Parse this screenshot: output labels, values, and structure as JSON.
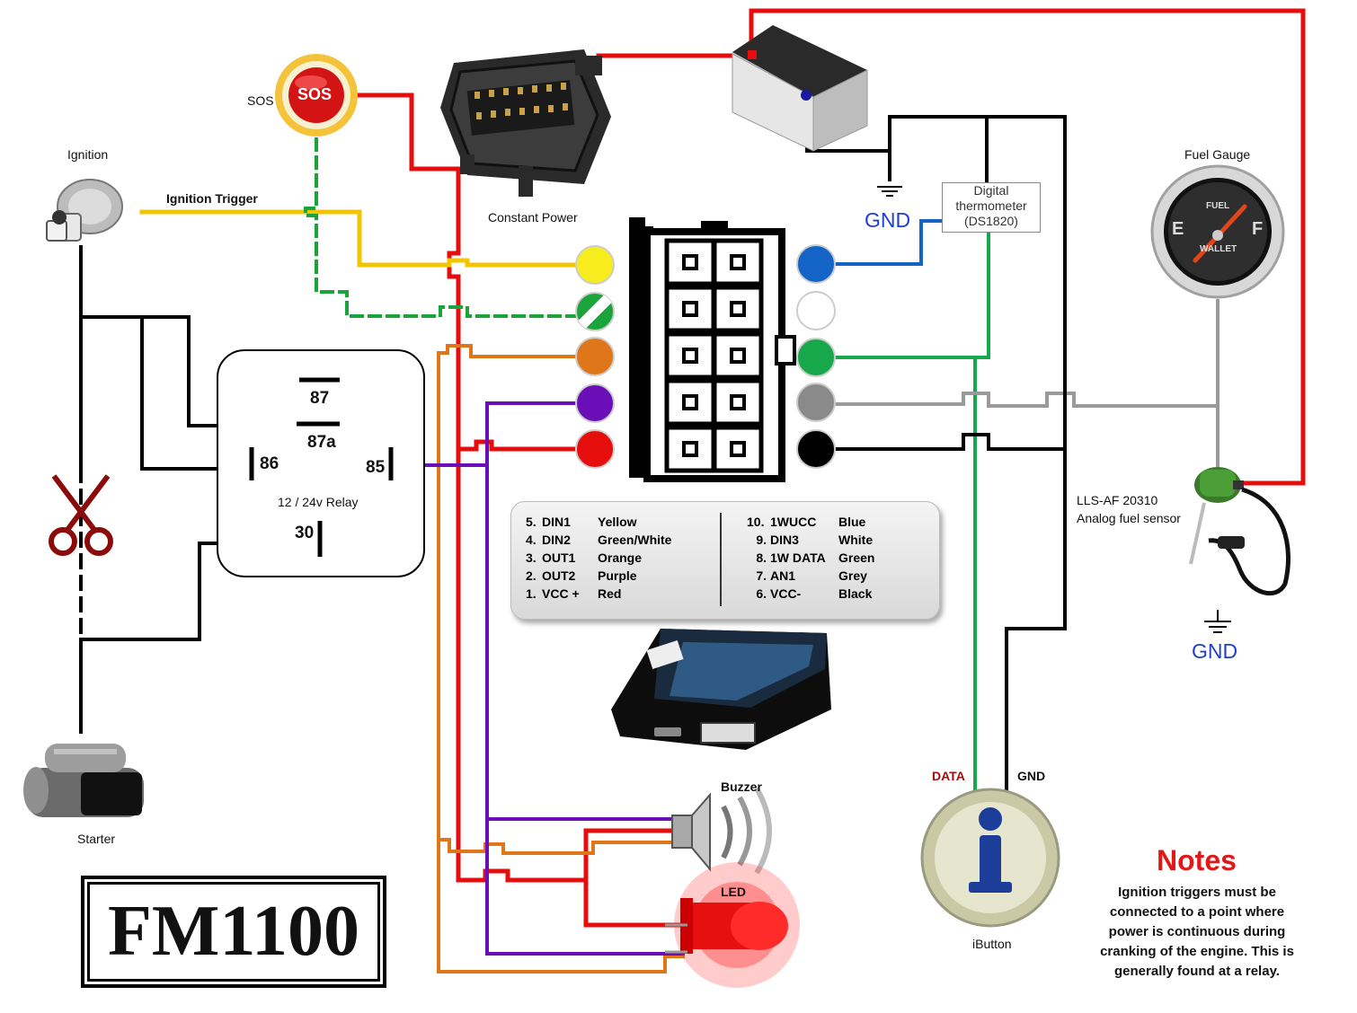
{
  "device": "FM1100",
  "labels": {
    "sos": "SOS",
    "sos_button_text": "SOS",
    "ignition": "Ignition",
    "ignition_trigger": "Ignition Trigger",
    "constant_power": "Constant Power",
    "relay_caption": "12 / 24v  Relay",
    "starter": "Starter",
    "fuel_gauge": "Fuel Gauge",
    "fuel_word": "FUEL",
    "wallet_word": "WALLET",
    "fuel_e": "E",
    "fuel_f": "F",
    "gnd": "GND",
    "thermometer": [
      "Digital",
      "thermometer",
      "(DS1820)"
    ],
    "fuel_sensor": [
      "LLS-AF 20310",
      "Analog fuel sensor"
    ],
    "buzzer": "Buzzer",
    "led": "LED",
    "ibutton": "iButton",
    "ibutton_data": "DATA",
    "ibutton_gnd": "GND"
  },
  "relay_pins": {
    "p87": "87",
    "p87a": "87a",
    "p86": "86",
    "p85": "85",
    "p30": "30"
  },
  "pinout": {
    "left": [
      {
        "num": "5.",
        "name": "DIN1",
        "color": "Yellow"
      },
      {
        "num": "4.",
        "name": "DIN2",
        "color": "Green/White"
      },
      {
        "num": "3.",
        "name": "OUT1",
        "color": "Orange"
      },
      {
        "num": "2.",
        "name": "OUT2",
        "color": "Purple"
      },
      {
        "num": "1.",
        "name": "VCC +",
        "color": "Red"
      }
    ],
    "right": [
      {
        "num": "10.",
        "name": "1WUCC",
        "color": "Blue"
      },
      {
        "num": "9.",
        "name": "DIN3",
        "color": "White"
      },
      {
        "num": "8.",
        "name": "1W DATA",
        "color": "Green"
      },
      {
        "num": "7.",
        "name": "AN1",
        "color": "Grey"
      },
      {
        "num": "6.",
        "name": "VCC-",
        "color": "Black"
      }
    ]
  },
  "notes": {
    "title": "Notes",
    "text": "Ignition triggers must be connected to a point where power is continuous during cranking of the engine. This is generally found at a relay."
  },
  "colors": {
    "red": "#e60d0d",
    "yellow": "#f5c400",
    "green_dash": "#1aa43a",
    "orange": "#e0761a",
    "purple": "#6a0fb8",
    "blue": "#1464c8",
    "green": "#16a84a",
    "grey": "#9a9a9a",
    "black": "#000000"
  }
}
